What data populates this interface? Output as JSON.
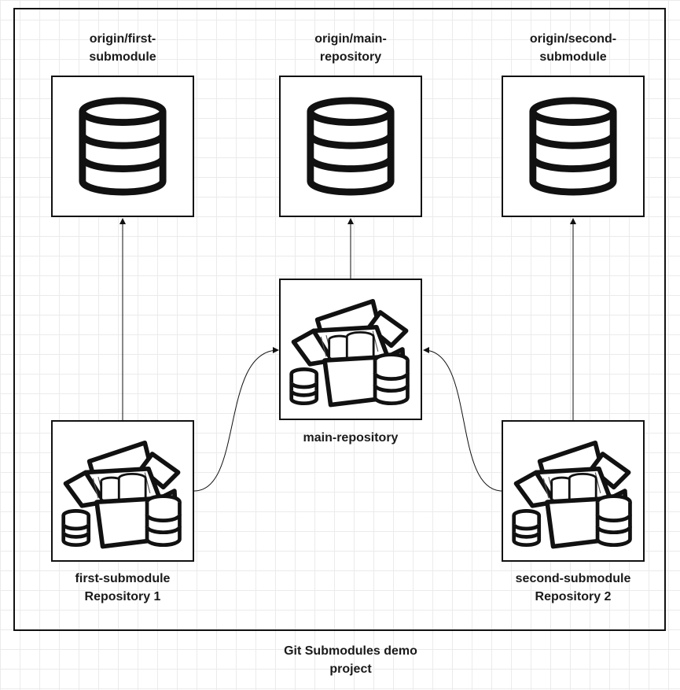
{
  "colors": {
    "stroke": "#111111",
    "grid": "#ebebeb",
    "text": "#1a1a1a"
  },
  "remotes": [
    {
      "label": "origin/first-\nsubmodule",
      "icon": "database-icon"
    },
    {
      "label": "origin/main-\nrepository",
      "icon": "database-icon"
    },
    {
      "label": "origin/second-\nsubmodule",
      "icon": "database-icon"
    }
  ],
  "repositories": {
    "main": {
      "label": "main-repository",
      "icon": "package-icon"
    },
    "first": {
      "label": "first-submodule\nRepository 1",
      "icon": "package-icon"
    },
    "second": {
      "label": "second-submodule\nRepository 2",
      "icon": "package-icon"
    }
  },
  "footer": {
    "label": "Git Submodules demo\nproject"
  }
}
